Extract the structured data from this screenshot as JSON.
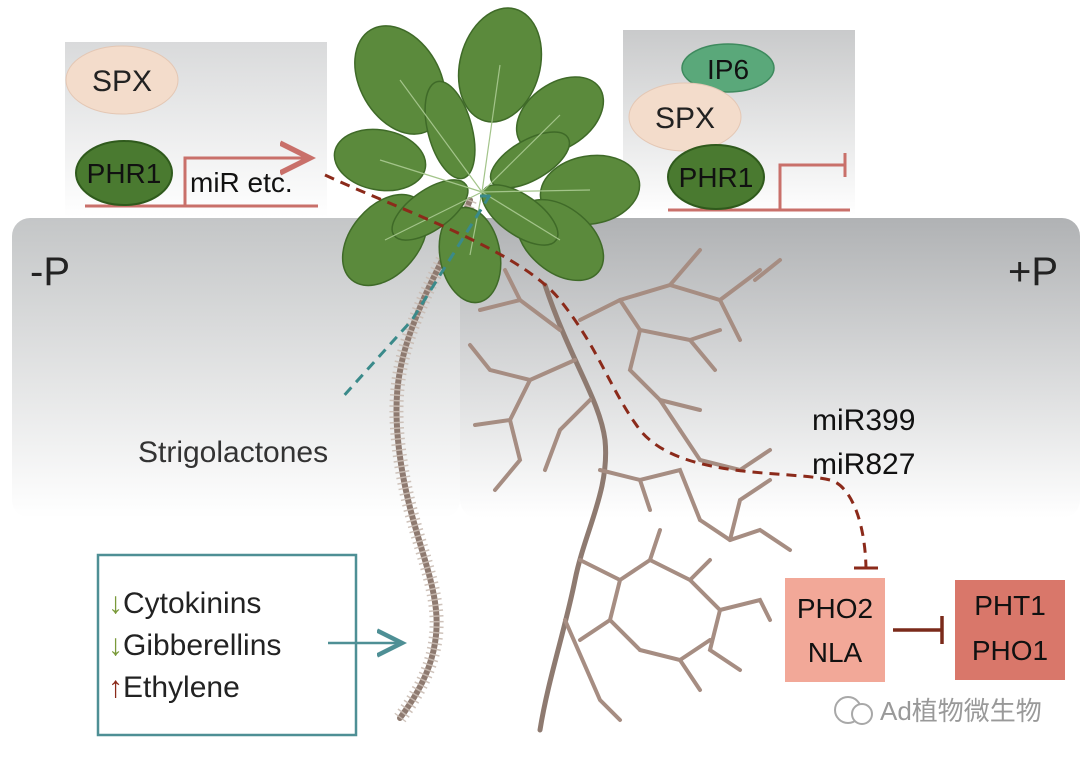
{
  "labels": {
    "minus_p": "-P",
    "plus_p": "+P",
    "strigolactones": "Strigolactones",
    "mir399": "miR399",
    "mir827": "miR827",
    "mir_etc": "miR etc.",
    "watermark": "Ad植物微生物"
  },
  "left_complex": {
    "spx": "SPX",
    "phr1": "PHR1"
  },
  "right_complex": {
    "ip6": "IP6",
    "spx": "SPX",
    "phr1": "PHR1"
  },
  "boxes": {
    "pho2": "PHO2",
    "nla": "NLA",
    "pht1": "PHT1",
    "pho1": "PHO1"
  },
  "hormones": [
    {
      "arrow": "↓",
      "name": "Cytokinins",
      "color": "#7a9a3a"
    },
    {
      "arrow": "↓",
      "name": "Gibberellins",
      "color": "#7a9a3a"
    },
    {
      "arrow": "↑",
      "name": "Ethylene",
      "color": "#8b2a1a"
    }
  ],
  "colors": {
    "phr1_green": "#4a7a30",
    "spx_beige": "#f3dccb",
    "ip6_green": "#5aa87a",
    "leaf_green": "#5b8a3c",
    "root_brown": "#a08478",
    "dashed_red": "#8b2a1a",
    "dashed_teal": "#3a8a8a",
    "pho_box": "#f2a898",
    "pht_box": "#d9776a",
    "promoter_line": "#c9706a"
  }
}
